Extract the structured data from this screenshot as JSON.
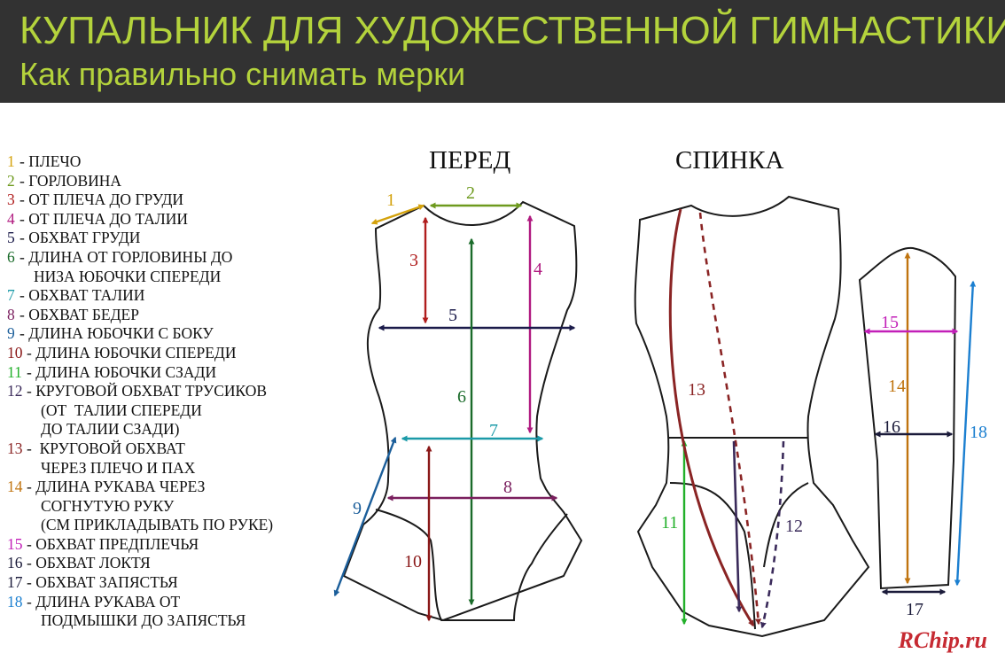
{
  "header": {
    "title": "КУПАЛЬНИК ДЛЯ ХУДОЖЕСТВЕННОЙ ГИМНАСТИКИ",
    "subtitle": "Как правильно снимать мерки"
  },
  "colors": {
    "header_bg": "#323232",
    "header_text": "#b4d33c"
  },
  "views": {
    "front": "ПЕРЕД",
    "back": "СПИНКА"
  },
  "legend": [
    {
      "num": "1",
      "color": "#d4a20c",
      "lines": [
        "- ПЛЕЧО"
      ]
    },
    {
      "num": "2",
      "color": "#6e9a1e",
      "lines": [
        "- ГОРЛОВИНА"
      ]
    },
    {
      "num": "3",
      "color": "#b01d1d",
      "lines": [
        "- ОТ ПЛЕЧА ДО ГРУДИ"
      ]
    },
    {
      "num": "4",
      "color": "#b0197f",
      "lines": [
        "- ОТ ПЛЕЧА ДО ТАЛИИ"
      ]
    },
    {
      "num": "5",
      "color": "#1b1b4a",
      "lines": [
        "- ОБХВАТ ГРУДИ"
      ]
    },
    {
      "num": "6",
      "color": "#1a6b2a",
      "lines": [
        "- ДЛИНА ОТ ГОРЛОВИНЫ ДО",
        "НИЗА ЮБОЧКИ СПЕРЕДИ"
      ]
    },
    {
      "num": "7",
      "color": "#1b9aa8",
      "lines": [
        "- ОБХВАТ ТАЛИИ"
      ]
    },
    {
      "num": "8",
      "color": "#7a1f5e",
      "lines": [
        "- ОБХВАТ БЕДЕР"
      ]
    },
    {
      "num": "9",
      "color": "#1b5e9a",
      "lines": [
        "- ДЛИНА ЮБОЧКИ С БОКУ"
      ]
    },
    {
      "num": "10",
      "color": "#8a1818",
      "lines": [
        "- ДЛИНА ЮБОЧКИ СПЕРЕДИ"
      ]
    },
    {
      "num": "11",
      "color": "#22b02a",
      "lines": [
        "- ДЛИНА ЮБОЧКИ СЗАДИ"
      ]
    },
    {
      "num": "12",
      "color": "#3a2a5a",
      "lines": [
        "- КРУГОВОЙ ОБХВАТ ТРУСИКОВ",
        "(ОТ  ТАЛИИ СПЕРЕДИ",
        "ДО ТАЛИИ СЗАДИ)"
      ]
    },
    {
      "num": "13",
      "color": "#8a2424",
      "lines": [
        "-  КРУГОВОЙ ОБХВАТ",
        "ЧЕРЕЗ ПЛЕЧО И ПАХ"
      ]
    },
    {
      "num": "14",
      "color": "#c0740f",
      "lines": [
        "- ДЛИНА РУКАВА ЧЕРЕЗ",
        "СОГНУТУЮ РУКУ",
        "(СМ ПРИКЛАДЫВАТЬ ПО РУКЕ)"
      ]
    },
    {
      "num": "15",
      "color": "#c21fb8",
      "lines": [
        "- ОБХВАТ ПРЕДПЛЕЧЬЯ"
      ]
    },
    {
      "num": "16",
      "color": "#1b1b3a",
      "lines": [
        "- ОБХВАТ ЛОКТЯ"
      ]
    },
    {
      "num": "17",
      "color": "#1b1b3a",
      "lines": [
        "- ОБХВАТ ЗАПЯСТЬЯ"
      ]
    },
    {
      "num": "18",
      "color": "#1b7fd0",
      "lines": [
        "- ДЛИНА РУКАВА ОТ",
        "ПОДМЫШКИ ДО ЗАПЯСТЬЯ"
      ]
    }
  ],
  "measure_labels": {
    "m1": "1",
    "m2": "2",
    "m3": "3",
    "m4": "4",
    "m5": "5",
    "m6": "6",
    "m7": "7",
    "m8": "8",
    "m9": "9",
    "m10": "10",
    "m11": "11",
    "m12": "12",
    "m13": "13",
    "m14": "14",
    "m15": "15",
    "m16": "16",
    "m17": "17",
    "m18": "18"
  },
  "watermark": "RChip.ru"
}
